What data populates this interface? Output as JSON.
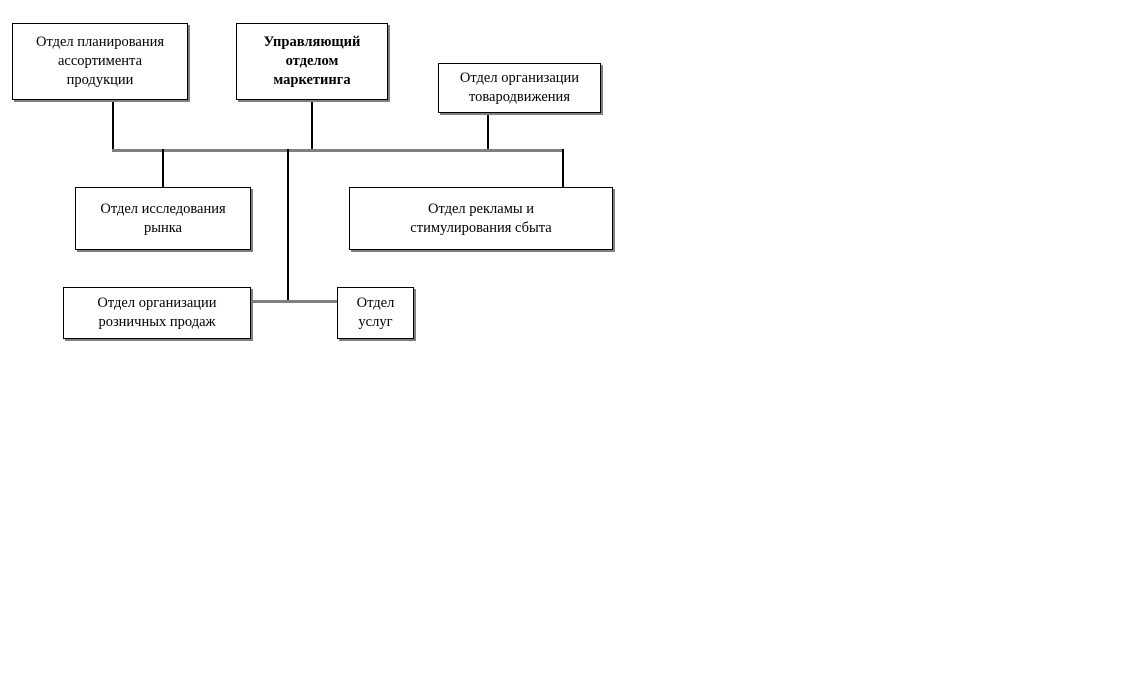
{
  "page": {
    "background": "#ffffff"
  },
  "diagram": {
    "type": "org-chart",
    "colors": {
      "box_background": "#ffffff",
      "box_border": "#000000",
      "box_shadow": "#808080",
      "bus_line": "#808080",
      "drop_line": "#000000",
      "text": "#000000"
    },
    "nodes": [
      {
        "id": "assortment-planning",
        "label": "Отдел планирования\nассортимента\nпродукции",
        "bold": false
      },
      {
        "id": "marketing-manager",
        "label": "Управляющий\nотделом\nмаркетинга",
        "bold": true
      },
      {
        "id": "goods-distribution",
        "label": "Отдел организации\nтовародвижения",
        "bold": false
      },
      {
        "id": "market-research",
        "label": "Отдел исследования\nрынка",
        "bold": false
      },
      {
        "id": "advertising-sales-promotion",
        "label": "Отдел рекламы и\nстимулирования сбыта",
        "bold": false
      },
      {
        "id": "retail-sales",
        "label": "Отдел организации\nрозничных продаж",
        "bold": false
      },
      {
        "id": "services",
        "label": "Отдел\nуслуг",
        "bold": false
      }
    ],
    "edges": [
      {
        "from": "assortment-planning",
        "to": "bus"
      },
      {
        "from": "marketing-manager",
        "to": "bus"
      },
      {
        "from": "goods-distribution",
        "to": "bus"
      },
      {
        "from": "bus",
        "to": "market-research"
      },
      {
        "from": "bus",
        "to": "advertising-sales-promotion"
      },
      {
        "from": "bus",
        "to": "retail-services-link"
      },
      {
        "from": "retail-sales",
        "to": "retail-services-link"
      },
      {
        "from": "services",
        "to": "retail-services-link"
      }
    ]
  }
}
